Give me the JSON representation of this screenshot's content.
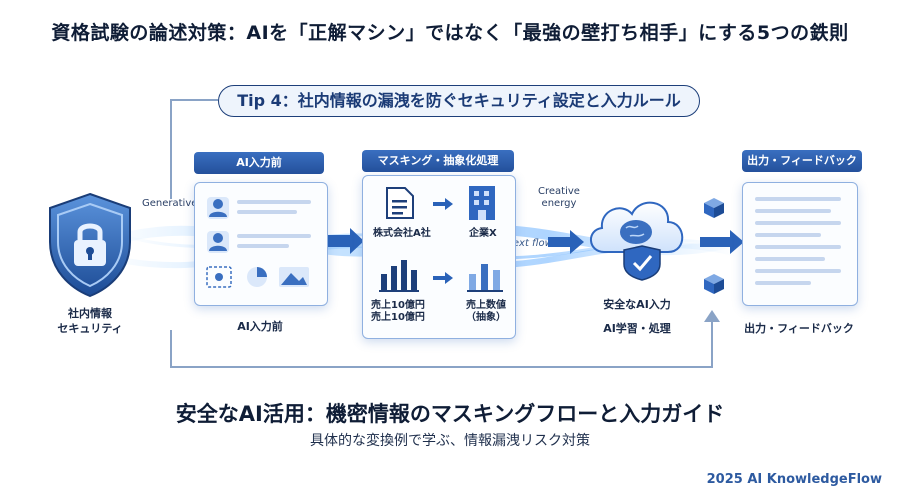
{
  "header": {
    "title": "資格試験の論述対策：AIを「正解マシン」ではなく「最強の壁打ち相手」にする5つの鉄則"
  },
  "tip": {
    "label": "Tip 4：社内情報の漏洩を防ぐセキュリティ設定と入力ルール"
  },
  "security": {
    "label_line1": "社内情報",
    "label_line2": "セキュリティ"
  },
  "flow_words": {
    "generative": "Generative",
    "creative_line1": "Creative",
    "creative_line2": "energy",
    "text_flow": "Text flow"
  },
  "input_panel": {
    "header": "AI入力前",
    "footer": "AI入力前"
  },
  "masking_panel": {
    "header": "マスキング・抽象化処理",
    "row1_before": "株式会社A社",
    "row1_after": "企業X",
    "row2_before_line1": "売上10億円",
    "row2_before_line2": "売上10億円",
    "row2_after_line1": "売上数値",
    "row2_after_line2": "（抽象）"
  },
  "ai_processing": {
    "label1": "安全なAI入力",
    "label2": "AI学習・処理"
  },
  "output_panel": {
    "header": "出力・フィードバック",
    "footer": "出力・フィードバック"
  },
  "footer": {
    "main_title": "安全なAI活用：機密情報のマスキングフローと入力ガイド",
    "sub_title": "具体的な変換例で学ぶ、情報漏洩リスク対策",
    "brand": "2025 AI KnowledgeFlow"
  },
  "colors": {
    "primary": "#24509b",
    "accent": "#3a7bd5",
    "line": "#8aa3c6",
    "dark": "#0f1d36"
  }
}
